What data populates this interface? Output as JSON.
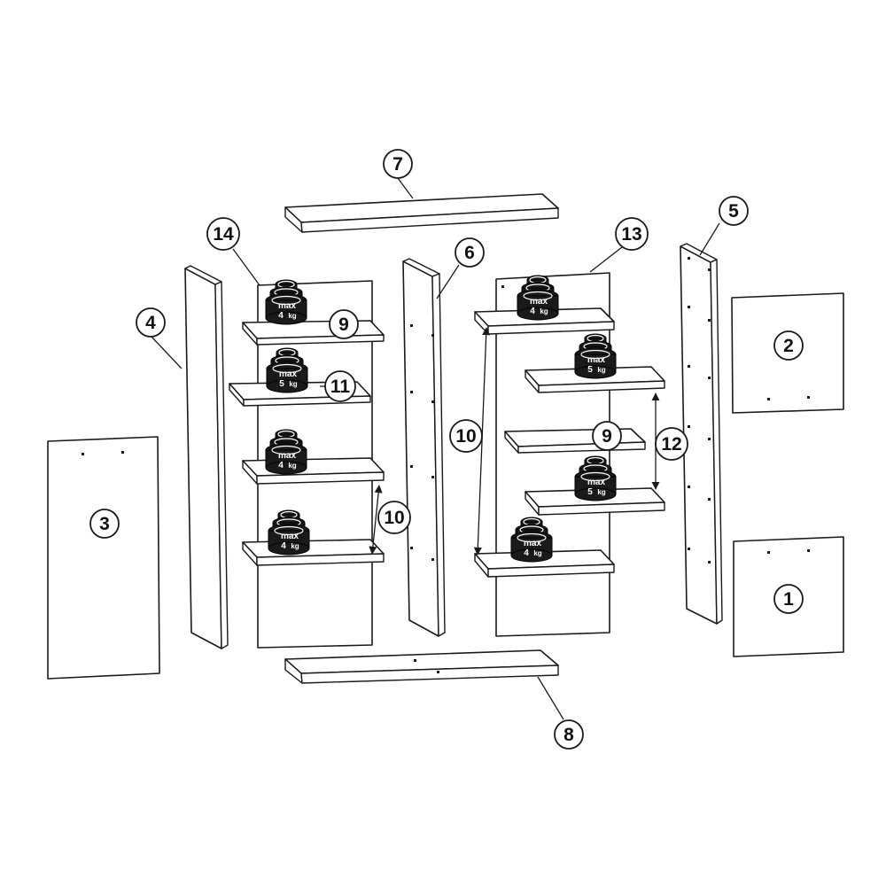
{
  "colors": {
    "line": "#1a1a1a",
    "panel_fill": "#ffffff",
    "weight_fill": "#1a1a1a"
  },
  "callouts": {
    "c1": "1",
    "c2": "2",
    "c3": "3",
    "c4": "4",
    "c5": "5",
    "c6": "6",
    "c7": "7",
    "c8": "8",
    "c9a": "9",
    "c9b": "9",
    "c10a": "10",
    "c10b": "10",
    "c11": "11",
    "c12": "12",
    "c13": "13",
    "c14": "14"
  },
  "weight_labels": {
    "max": "max",
    "left": [
      {
        "value": "4",
        "unit": "kg"
      },
      {
        "value": "5",
        "unit": "kg"
      },
      {
        "value": "4",
        "unit": "kg"
      },
      {
        "value": "4",
        "unit": "kg"
      }
    ],
    "right": [
      {
        "value": "4",
        "unit": "kg"
      },
      {
        "value": "5",
        "unit": "kg"
      },
      {
        "value": "5",
        "unit": "kg"
      },
      {
        "value": "4",
        "unit": "kg"
      }
    ]
  }
}
